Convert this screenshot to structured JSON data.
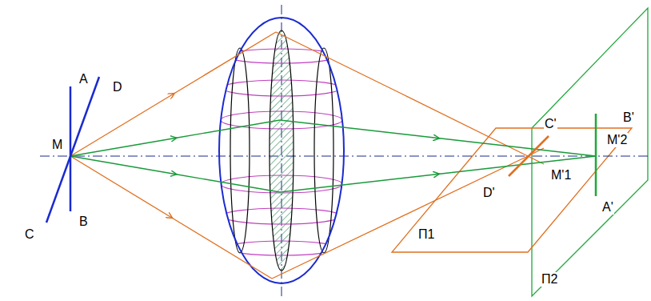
{
  "diagram": {
    "labels": [
      "A",
      "D",
      "M",
      "C",
      "B",
      "C'",
      "B'",
      "M'2",
      "M'1",
      "D'",
      "Π1",
      "A'",
      "Π2"
    ]
  }
}
